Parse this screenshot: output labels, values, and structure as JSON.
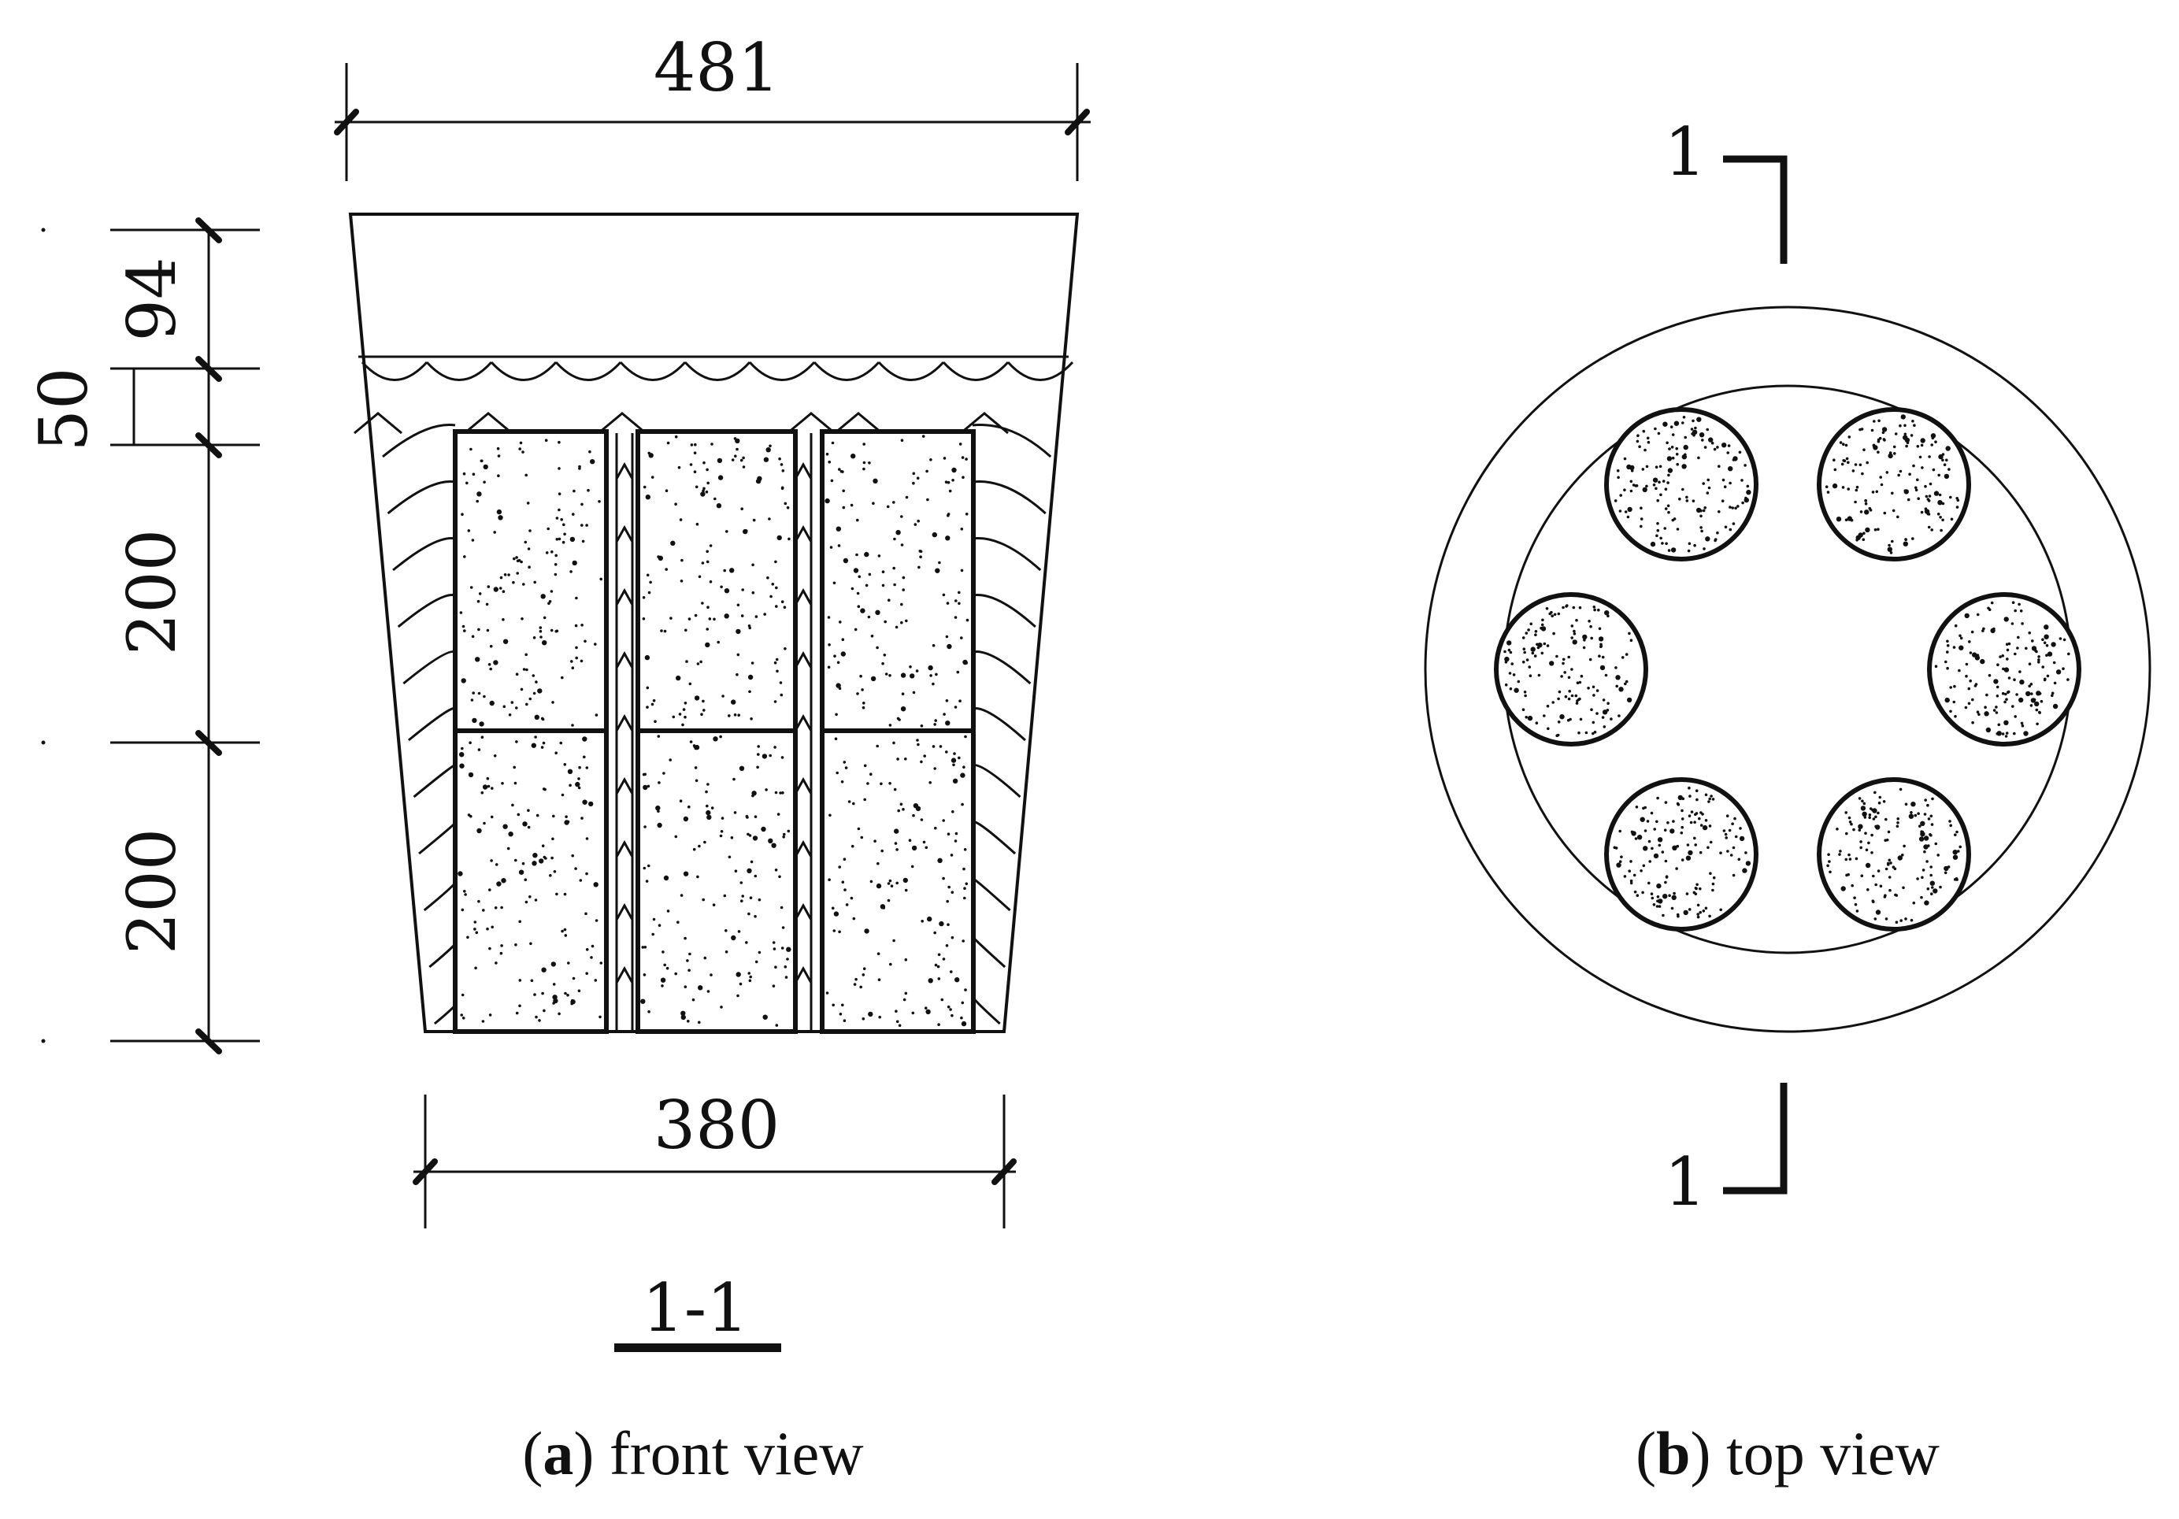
{
  "front_view": {
    "dims": {
      "top_width": "481",
      "bottom_width": "380",
      "h_top": "94",
      "h_gap": "50",
      "h_upper": "200",
      "h_lower": "200"
    },
    "section_label": "1-1",
    "caption": {
      "letter": "a",
      "text": " front view"
    }
  },
  "top_view": {
    "cut_top": "1",
    "cut_bottom": "1",
    "caption": {
      "letter": "b",
      "text": " top view"
    }
  }
}
